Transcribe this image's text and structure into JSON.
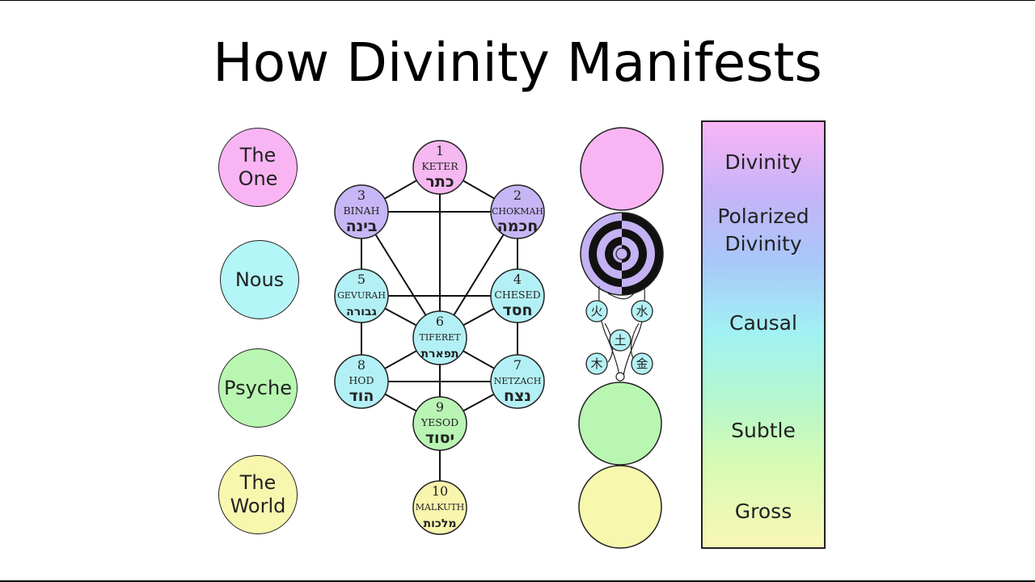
{
  "title": "How Divinity Manifests",
  "levels": [
    {
      "label": "The One",
      "color": "#f9b5f3"
    },
    {
      "label": "Nous",
      "color": "#b4f5f7"
    },
    {
      "label": "Psyche",
      "color": "#b9f6b1"
    },
    {
      "label": "The World",
      "color": "#f8f7ae"
    }
  ],
  "sefirot": [
    {
      "num": "1",
      "name": "KETER",
      "hebrew": "כתר",
      "color": "#f6b8f1"
    },
    {
      "num": "2",
      "name": "CHOKMAH",
      "hebrew": "חכמה",
      "color": "#c7b6f5"
    },
    {
      "num": "3",
      "name": "BINAH",
      "hebrew": "בינה",
      "color": "#c7b6f5"
    },
    {
      "num": "4",
      "name": "CHESED",
      "hebrew": "חסד",
      "color": "#b3f0f5"
    },
    {
      "num": "5",
      "name": "GEVURAH",
      "hebrew": "גבורה",
      "color": "#b3f0f5"
    },
    {
      "num": "6",
      "name": "TIFERET",
      "hebrew": "תפארת",
      "color": "#b3f0f5"
    },
    {
      "num": "7",
      "name": "NETZACH",
      "hebrew": "נצח",
      "color": "#b3f0f5"
    },
    {
      "num": "8",
      "name": "HOD",
      "hebrew": "הוד",
      "color": "#b3f0f5"
    },
    {
      "num": "9",
      "name": "YESOD",
      "hebrew": "יסוד",
      "color": "#b9f4b4"
    },
    {
      "num": "10",
      "name": "MALKUTH",
      "hebrew": "מלכות",
      "color": "#f8f5ae"
    }
  ],
  "elements": [
    {
      "char": "火"
    },
    {
      "char": "水"
    },
    {
      "char": "土"
    },
    {
      "char": "木"
    },
    {
      "char": "金"
    }
  ],
  "column_colors": {
    "top": "#f9b5f3",
    "polarized": "#c4b2f3",
    "elements": "#b4f1f5",
    "subtle": "#b9f6b1",
    "gross": "#f8f7ae",
    "yinyang_dark": "#111111"
  },
  "spectrum": [
    {
      "label": "Divinity"
    },
    {
      "label": "Polarized\nDivinity"
    },
    {
      "label": "Causal"
    },
    {
      "label": "Subtle"
    },
    {
      "label": "Gross"
    }
  ]
}
